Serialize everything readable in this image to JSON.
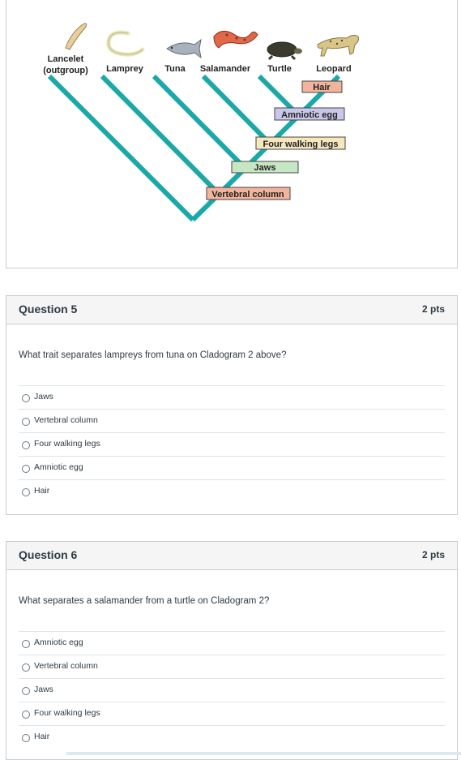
{
  "diagram": {
    "species": [
      {
        "name": "Lancelet",
        "sub": "(outgroup)",
        "icon": "lancelet-icon"
      },
      {
        "name": "Lamprey",
        "icon": "lamprey-icon"
      },
      {
        "name": "Tuna",
        "icon": "tuna-icon"
      },
      {
        "name": "Salamander",
        "icon": "salamander-icon"
      },
      {
        "name": "Turtle",
        "icon": "turtle-icon"
      },
      {
        "name": "Leopard",
        "icon": "leopard-icon"
      }
    ],
    "traits": [
      {
        "name": "Hair",
        "color": "#f2b49c"
      },
      {
        "name": "Amniotic egg",
        "color": "#c9c8ea"
      },
      {
        "name": "Four walking legs",
        "color": "#f6e7bf"
      },
      {
        "name": "Jaws",
        "color": "#c7e6c4"
      },
      {
        "name": "Vertebral column",
        "color": "#f2b49c"
      }
    ],
    "line_color": "#1aa8a8"
  },
  "q5": {
    "title": "Question 5",
    "points": "2 pts",
    "text": "What trait separates lampreys from tuna on Cladogram 2 above?",
    "answers": [
      "Jaws",
      "Vertebral column",
      "Four walking legs",
      "Amniotic egg",
      "Hair"
    ]
  },
  "q6": {
    "title": "Question 6",
    "points": "2 pts",
    "text": "What separates a salamander from a turtle on Cladogram 2?",
    "answers": [
      "Amniotic egg",
      "Vertebral column",
      "Jaws",
      "Four walking legs",
      "Hair"
    ]
  }
}
